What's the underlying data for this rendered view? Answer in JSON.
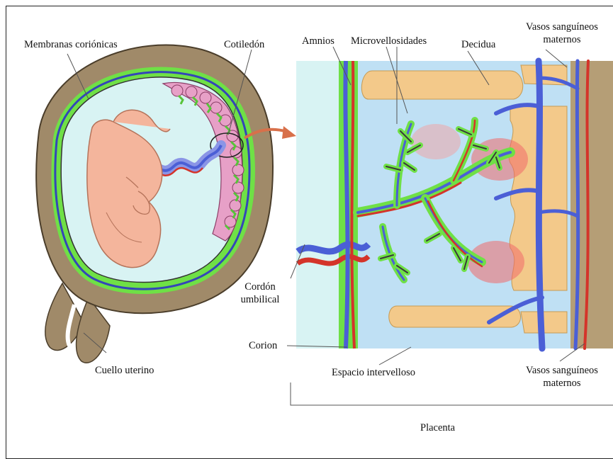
{
  "labels": {
    "membranas": "Membranas coriónicas",
    "cotiledon": "Cotiledón",
    "amnios": "Amnios",
    "microvellosidades": "Microvellosidades",
    "decidua": "Decidua",
    "vasos_top_1": "Vasos sanguíneos",
    "vasos_top_2": "maternos",
    "cordon_1": "Cordón",
    "cordon_2": "umbilical",
    "corion": "Corion",
    "espacio": "Espacio intervelloso",
    "cuello": "Cuello uterino",
    "vasos_bottom_1": "Vasos sanguíneos",
    "vasos_bottom_2": "maternos",
    "placenta": "Placenta"
  },
  "colors": {
    "uterus_wall": "#a08a69",
    "amniotic_fluid": "#d8f3f3",
    "chorion_green": "#6fe046",
    "vessel_blue": "#4b5fd6",
    "vessel_red": "#d4342a",
    "fetus_skin": "#f4b59c",
    "decidua": "#f3c98a",
    "cotyledon_pink": "#e7a0c7",
    "arrow": "#d8704a"
  }
}
